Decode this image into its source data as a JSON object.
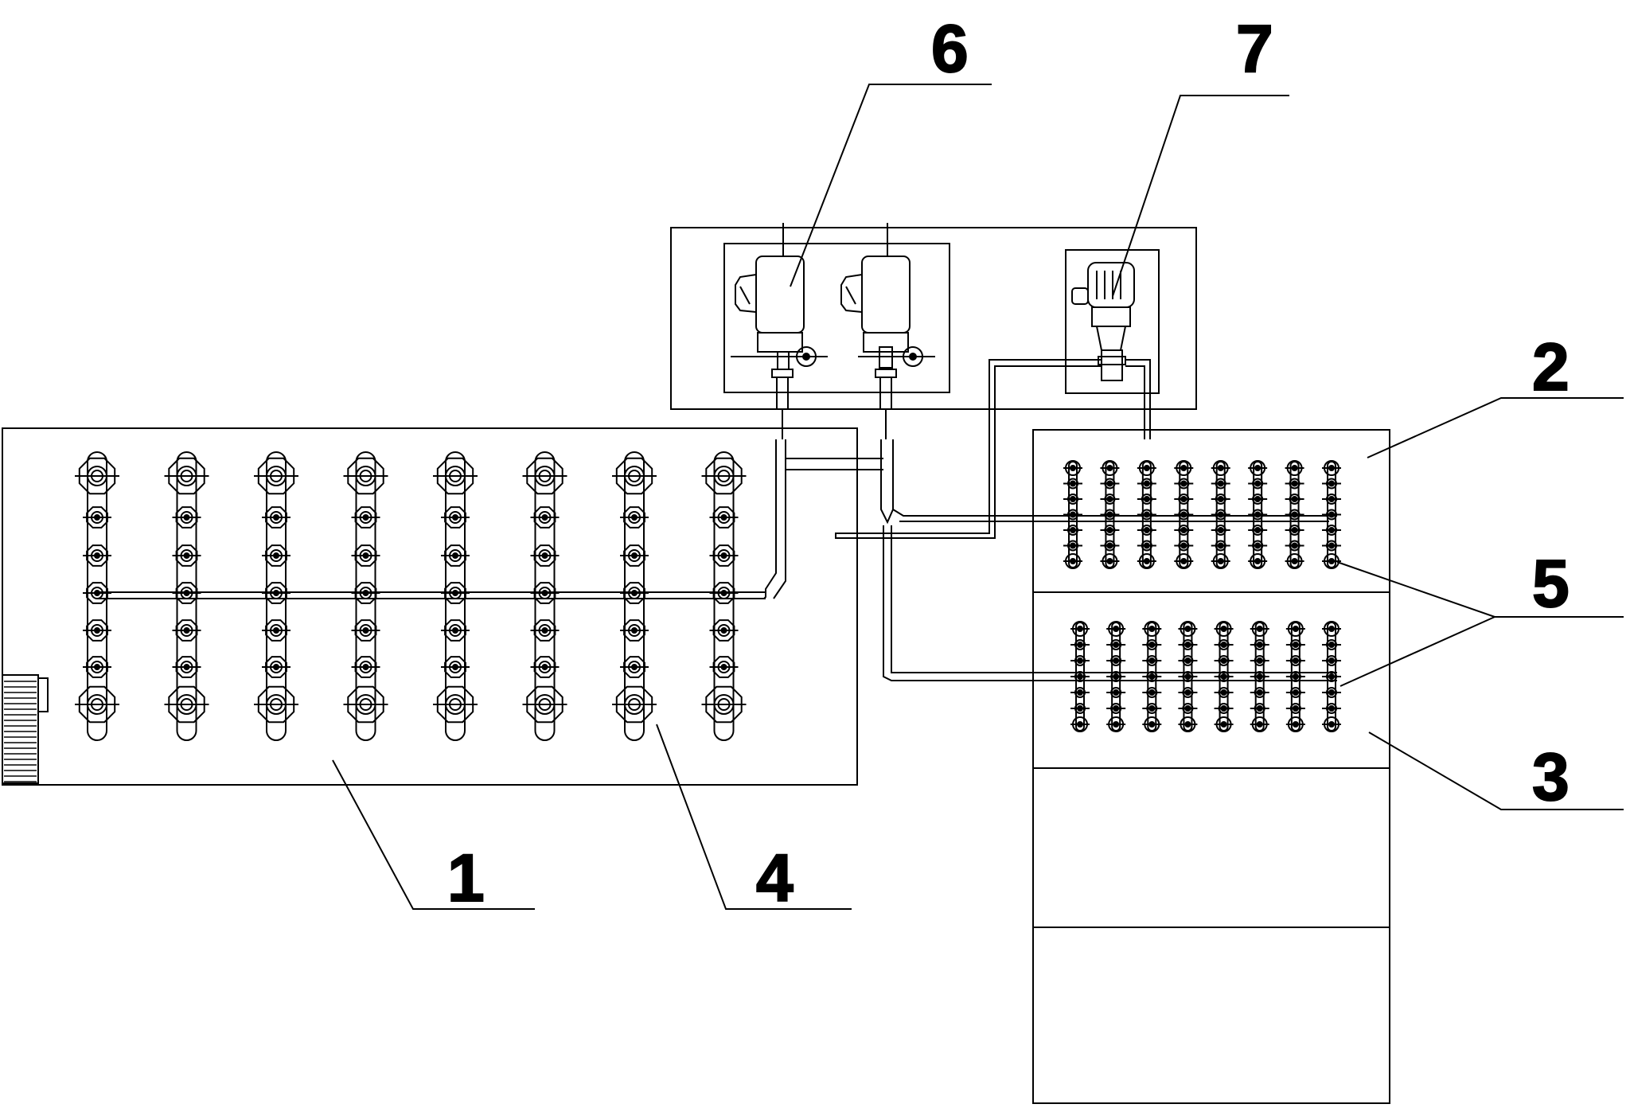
{
  "figure": {
    "callouts": [
      {
        "id": "1",
        "label": "1",
        "refers_to": "tank-1"
      },
      {
        "id": "2",
        "label": "2",
        "refers_to": "tank-2"
      },
      {
        "id": "3",
        "label": "3",
        "refers_to": "tank-3"
      },
      {
        "id": "4",
        "label": "4",
        "refers_to": "large-nozzle"
      },
      {
        "id": "5",
        "label": "5",
        "refers_to": "small-nozzle-manifolds"
      },
      {
        "id": "6",
        "label": "6",
        "refers_to": "pump-pair"
      },
      {
        "id": "7",
        "label": "7",
        "refers_to": "single-pump"
      }
    ],
    "large_manifold": {
      "columns": 8,
      "rows": 7
    },
    "small_manifold": {
      "columns": 8,
      "rows": 7
    },
    "line_color": "#000000",
    "background": "#ffffff"
  }
}
